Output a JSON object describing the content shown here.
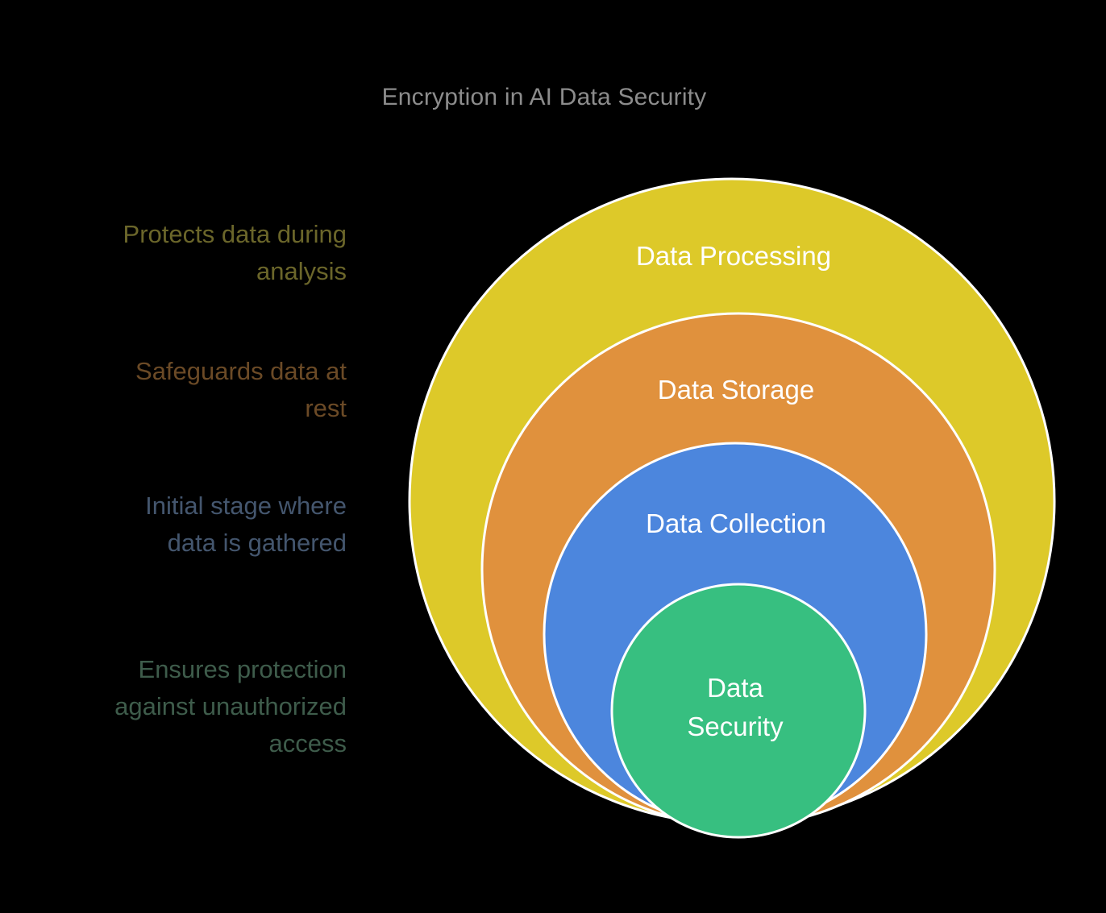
{
  "title": {
    "text": "Encryption in AI Data Security",
    "color": "#8c8c8c"
  },
  "style": {
    "background": "#000000",
    "ring_stroke": "#ffffff",
    "ring_label_color": "#ffffff"
  },
  "rings": [
    {
      "id": "data-processing",
      "label": "Data Processing",
      "fill": "#ddc929",
      "annotation": "Protects data during\nanalysis",
      "annotation_color": "#6b662a"
    },
    {
      "id": "data-storage",
      "label": "Data Storage",
      "fill": "#e0913d",
      "annotation": "Safeguards data at\nrest",
      "annotation_color": "#6b4a26"
    },
    {
      "id": "data-collection",
      "label": "Data Collection",
      "fill": "#4c86dd",
      "annotation": "Initial stage where\ndata is gathered",
      "annotation_color": "#44566e"
    },
    {
      "id": "data-security",
      "label": "Data\nSecurity",
      "fill": "#37bf80",
      "annotation": "Ensures protection\nagainst unauthorized\naccess",
      "annotation_color": "#3e5c4b"
    }
  ]
}
